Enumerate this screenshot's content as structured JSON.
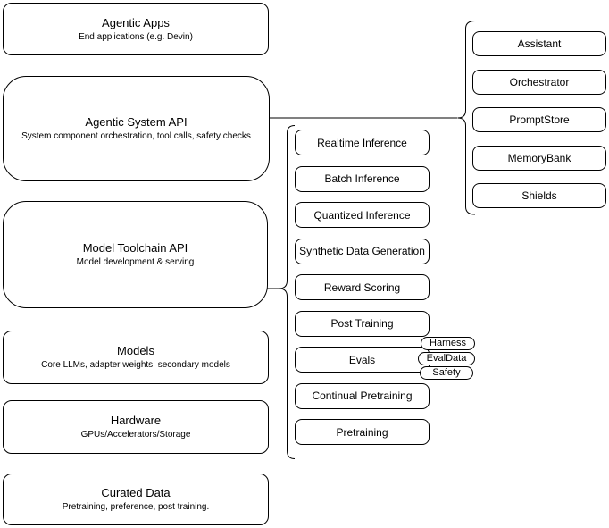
{
  "diagram": {
    "layers": [
      {
        "title": "Agentic Apps",
        "subtitle": "End applications (e.g. Devin)"
      },
      {
        "title": "Agentic System API",
        "subtitle": "System component orchestration, tool calls, safety checks"
      },
      {
        "title": "Model Toolchain API",
        "subtitle": "Model development & serving"
      },
      {
        "title": "Models",
        "subtitle": "Core LLMs, adapter weights, secondary models"
      },
      {
        "title": "Hardware",
        "subtitle": "GPUs/Accelerators/Storage"
      },
      {
        "title": "Curated Data",
        "subtitle": "Pretraining, preference, post training."
      }
    ],
    "toolchain_capabilities": [
      "Realtime Inference",
      "Batch Inference",
      "Quantized Inference",
      "Synthetic Data Generation",
      "Reward Scoring",
      "Post Training",
      "Evals",
      "Continual Pretraining",
      "Pretraining"
    ],
    "eval_components": [
      "Harness",
      "EvalData",
      "Safety"
    ],
    "system_components": [
      "Assistant",
      "Orchestrator",
      "PromptStore",
      "MemoryBank",
      "Shields"
    ],
    "colors": {
      "stroke": "#000000",
      "fill": "#ffffff",
      "text": "#000000"
    }
  }
}
